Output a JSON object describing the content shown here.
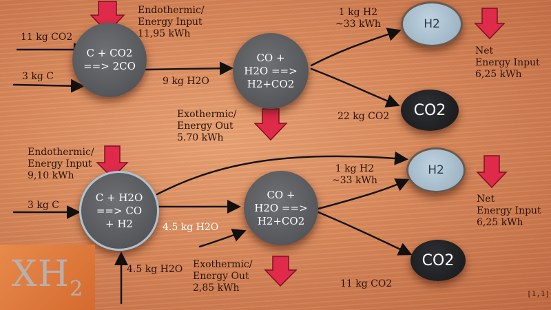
{
  "colors": {
    "arrow_red": "#e02a4a",
    "node_gray": "#5b5d60",
    "h2_blue": "#a9bfcf",
    "co2_black": "#1e1f21"
  },
  "top_row": {
    "inputs": {
      "co2": "11 kg CO2",
      "carbon": "3 kg C"
    },
    "reactor1": {
      "line1": "C + CO2",
      "line2": "==> 2CO"
    },
    "reactor1_energy": {
      "line1": "Endothermic/",
      "line2": "Energy Input",
      "line3": "11,95 kWh"
    },
    "water_in": "9 kg H2O",
    "reactor2": {
      "line1": "CO +",
      "line2": "H2O ==>",
      "line3": "H2+CO2"
    },
    "reactor2_energy": {
      "line1": "Exothermic/",
      "line2": "Energy Out",
      "line3": "5.70 kWh"
    },
    "h2_out": {
      "line1": "1 kg H2",
      "line2": "~33 kWh"
    },
    "co2_out": "22 kg CO2",
    "h2_ball": "H2",
    "co2_ball": "CO2",
    "net": {
      "line1": "Net",
      "line2": "Energy Input",
      "line3": "6,25 kWh"
    }
  },
  "bottom_row": {
    "reactor1_energy": {
      "line1": "Endothermic/",
      "line2": "Energy Input",
      "line3": "9,10 kWh"
    },
    "carbon_in": "3 kg C",
    "reactor1": {
      "line1": "C + H2O",
      "line2": "==> CO",
      "line3": "+ H2"
    },
    "water_mid": "4.5 kg H2O",
    "water_in": "4.5 kg H2O",
    "reactor2": {
      "line1": "CO +",
      "line2": "H2O ==>",
      "line3": "H2+CO2"
    },
    "reactor2_energy": {
      "line1": "Exothermic/",
      "line2": "Energy Out",
      "line3": "2,85 kWh"
    },
    "h2_out": {
      "line1": "1 kg H2",
      "line2": "~33 kWh"
    },
    "co2_out": "11 kg CO2",
    "h2_ball": "H2",
    "co2_ball": "CO2",
    "net": {
      "line1": "Net",
      "line2": "Energy Input",
      "line3": "6,25 kWh"
    }
  },
  "logo": {
    "main": "XH",
    "sub": "2"
  },
  "corner_mark": "[1,1]"
}
